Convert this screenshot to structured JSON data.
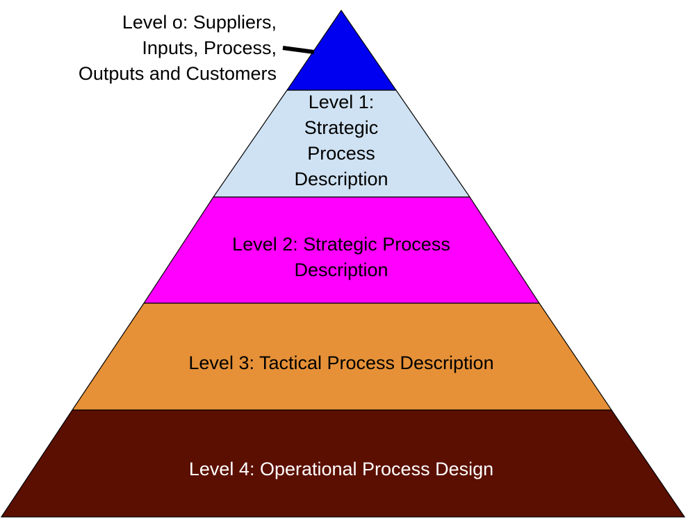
{
  "diagram": {
    "type": "pyramid",
    "callout": {
      "text": "Level o: Suppliers,\nInputs, Process,\nOutputs and Customers",
      "points_to": "level-0"
    },
    "levels": [
      {
        "id": "level-0",
        "label": "",
        "fill": "#0000f0",
        "text_color": "#000000"
      },
      {
        "id": "level-1",
        "label": "Level 1:\nStrategic\nProcess\nDescription",
        "fill": "#cfe2f3",
        "text_color": "#000000"
      },
      {
        "id": "level-2",
        "label": "Level 2: Strategic Process\nDescription",
        "fill": "#ff00ff",
        "text_color": "#000000"
      },
      {
        "id": "level-3",
        "label": "Level 3: Tactical Process Description",
        "fill": "#e69138",
        "text_color": "#000000"
      },
      {
        "id": "level-4",
        "label": "Level 4: Operational Process Design",
        "fill": "#5b0f00",
        "text_color": "#ffffff"
      }
    ],
    "outline_color": "#000000"
  }
}
